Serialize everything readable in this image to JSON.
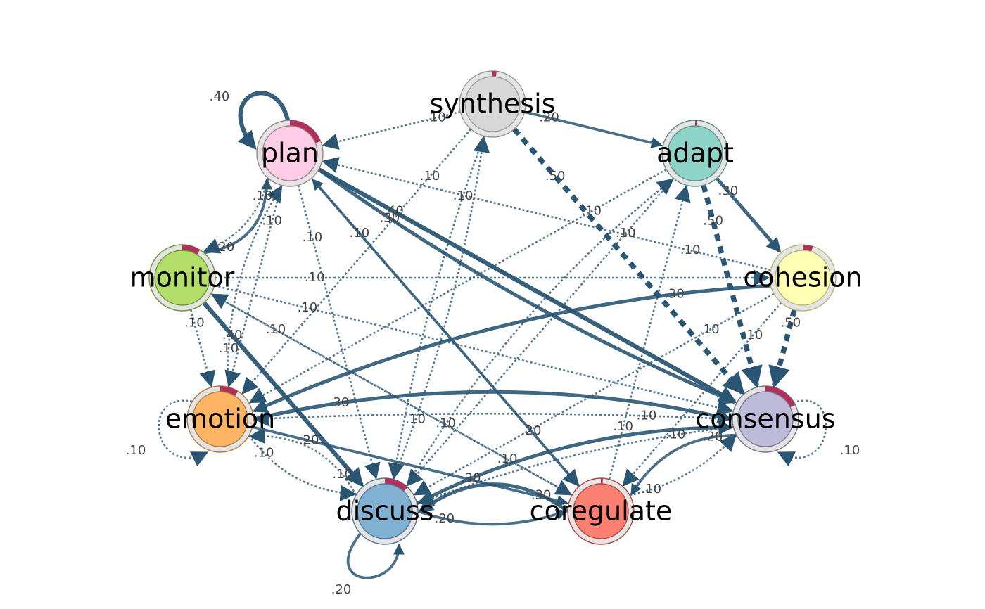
{
  "chart_data": {
    "type": "network",
    "colors": {
      "edge": "#2a5674",
      "pie_fill": "#b0305a",
      "ring_background": "#e4e4e4",
      "edge_label": "#444444",
      "node_label": "#000000"
    },
    "nodes": [
      {
        "id": "synthesis",
        "label": "synthesis",
        "color": "#d8d8d8",
        "border": "#999999",
        "pie": 0.02
      },
      {
        "id": "adapt",
        "label": "adapt",
        "color": "#8dd3c7",
        "border": "#5f8f86",
        "pie": 0.01
      },
      {
        "id": "cohesion",
        "label": "cohesion",
        "color": "#ffffb3",
        "border": "#b8b87a",
        "pie": 0.05
      },
      {
        "id": "consensus",
        "label": "consensus",
        "color": "#bebada",
        "border": "#77758f",
        "pie": 0.18
      },
      {
        "id": "coregulate",
        "label": "coregulate",
        "color": "#fb8072",
        "border": "#b0463c",
        "pie": 0.01
      },
      {
        "id": "discuss",
        "label": "discuss",
        "color": "#80b1d3",
        "border": "#4f7596",
        "pie": 0.12
      },
      {
        "id": "emotion",
        "label": "emotion",
        "color": "#fdb462",
        "border": "#b07a3c",
        "pie": 0.09
      },
      {
        "id": "monitor",
        "label": "monitor",
        "color": "#b3de69",
        "border": "#6f9337",
        "pie": 0.09
      },
      {
        "id": "plan",
        "label": "plan",
        "color": "#fccde5",
        "border": "#a08090",
        "pie": 0.19
      }
    ],
    "edges": [
      {
        "from": "plan",
        "to": "plan",
        "label": ".40",
        "weight": 0.4
      },
      {
        "from": "synthesis",
        "to": "plan",
        "label": ".10",
        "weight": 0.1
      },
      {
        "from": "synthesis",
        "to": "adapt",
        "label": ".20",
        "weight": 0.2
      },
      {
        "from": "synthesis",
        "to": "consensus",
        "label": ".50",
        "weight": 0.5
      },
      {
        "from": "synthesis",
        "to": "emotion",
        "label": ".10",
        "weight": 0.1
      },
      {
        "from": "synthesis",
        "to": "discuss",
        "label": ".10",
        "weight": 0.1
      },
      {
        "from": "adapt",
        "to": "cohesion",
        "label": ".30",
        "weight": 0.3
      },
      {
        "from": "adapt",
        "to": "consensus",
        "label": ".50",
        "weight": 0.5
      },
      {
        "from": "adapt",
        "to": "emotion",
        "label": ".10",
        "weight": 0.1
      },
      {
        "from": "adapt",
        "to": "discuss",
        "label": ".10",
        "weight": 0.1
      },
      {
        "from": "cohesion",
        "to": "consensus",
        "label": ".50",
        "weight": 0.5
      },
      {
        "from": "cohesion",
        "to": "emotion",
        "label": ".30",
        "weight": 0.3
      },
      {
        "from": "cohesion",
        "to": "plan",
        "label": ".10",
        "weight": 0.1
      },
      {
        "from": "cohesion",
        "to": "coregulate",
        "label": ".10",
        "weight": 0.1
      },
      {
        "from": "cohesion",
        "to": "discuss",
        "label": ".10",
        "weight": 0.1
      },
      {
        "from": "monitor",
        "to": "cohesion",
        "label": ".10",
        "weight": 0.1
      },
      {
        "from": "plan",
        "to": "consensus",
        "label": ".40",
        "weight": 0.4
      },
      {
        "from": "plan",
        "to": "consensus",
        "label": ".30",
        "weight": 0.3
      },
      {
        "from": "plan",
        "to": "emotion",
        "label": ".10",
        "weight": 0.1
      },
      {
        "from": "plan",
        "to": "discuss",
        "label": ".10",
        "weight": 0.1
      },
      {
        "from": "plan",
        "to": "coregulate",
        "label": ".10",
        "weight": 0.1
      },
      {
        "from": "monitor",
        "to": "plan",
        "label": ".20",
        "weight": 0.2
      },
      {
        "from": "plan",
        "to": "monitor",
        "label": ".10",
        "weight": 0.1
      },
      {
        "from": "emotion",
        "to": "plan",
        "label": ".10",
        "weight": 0.1
      },
      {
        "from": "coregulate",
        "to": "plan",
        "label": ".20",
        "weight": 0.2
      },
      {
        "from": "monitor",
        "to": "emotion",
        "label": ".10",
        "weight": 0.1
      },
      {
        "from": "monitor",
        "to": "discuss",
        "label": ".40",
        "weight": 0.4
      },
      {
        "from": "monitor",
        "to": "consensus",
        "label": ".10",
        "weight": 0.1
      },
      {
        "from": "monitor",
        "to": "coregulate",
        "label": ".10",
        "weight": 0.1
      },
      {
        "from": "coregulate",
        "to": "monitor",
        "label": ".10",
        "weight": 0.1
      },
      {
        "from": "emotion",
        "to": "emotion",
        "label": ".10",
        "weight": 0.1
      },
      {
        "from": "emotion",
        "to": "consensus",
        "label": ".30",
        "weight": 0.3
      },
      {
        "from": "consensus",
        "to": "emotion",
        "label": ".10",
        "weight": 0.1
      },
      {
        "from": "emotion",
        "to": "discuss",
        "label": ".10",
        "weight": 0.1
      },
      {
        "from": "discuss",
        "to": "emotion",
        "label": ".10",
        "weight": 0.1
      },
      {
        "from": "emotion",
        "to": "coregulate",
        "label": ".20",
        "weight": 0.2
      },
      {
        "from": "discuss",
        "to": "discuss",
        "label": ".20",
        "weight": 0.2
      },
      {
        "from": "discuss",
        "to": "consensus",
        "label": ".30",
        "weight": 0.3
      },
      {
        "from": "discuss",
        "to": "coregulate",
        "label": ".20",
        "weight": 0.2
      },
      {
        "from": "coregulate",
        "to": "discuss",
        "label": ".30",
        "weight": 0.3
      },
      {
        "from": "discuss",
        "to": "synthesis",
        "label": ".10",
        "weight": 0.1
      },
      {
        "from": "discuss",
        "to": "adapt",
        "label": ".10",
        "weight": 0.1
      },
      {
        "from": "consensus",
        "to": "consensus",
        "label": ".10",
        "weight": 0.1
      },
      {
        "from": "consensus",
        "to": "coregulate",
        "label": ".20",
        "weight": 0.2
      },
      {
        "from": "coregulate",
        "to": "consensus",
        "label": ".10",
        "weight": 0.1
      },
      {
        "from": "consensus",
        "to": "discuss",
        "label": ".10",
        "weight": 0.1
      },
      {
        "from": "coregulate",
        "to": "adapt",
        "label": ".10",
        "weight": 0.1
      }
    ]
  }
}
